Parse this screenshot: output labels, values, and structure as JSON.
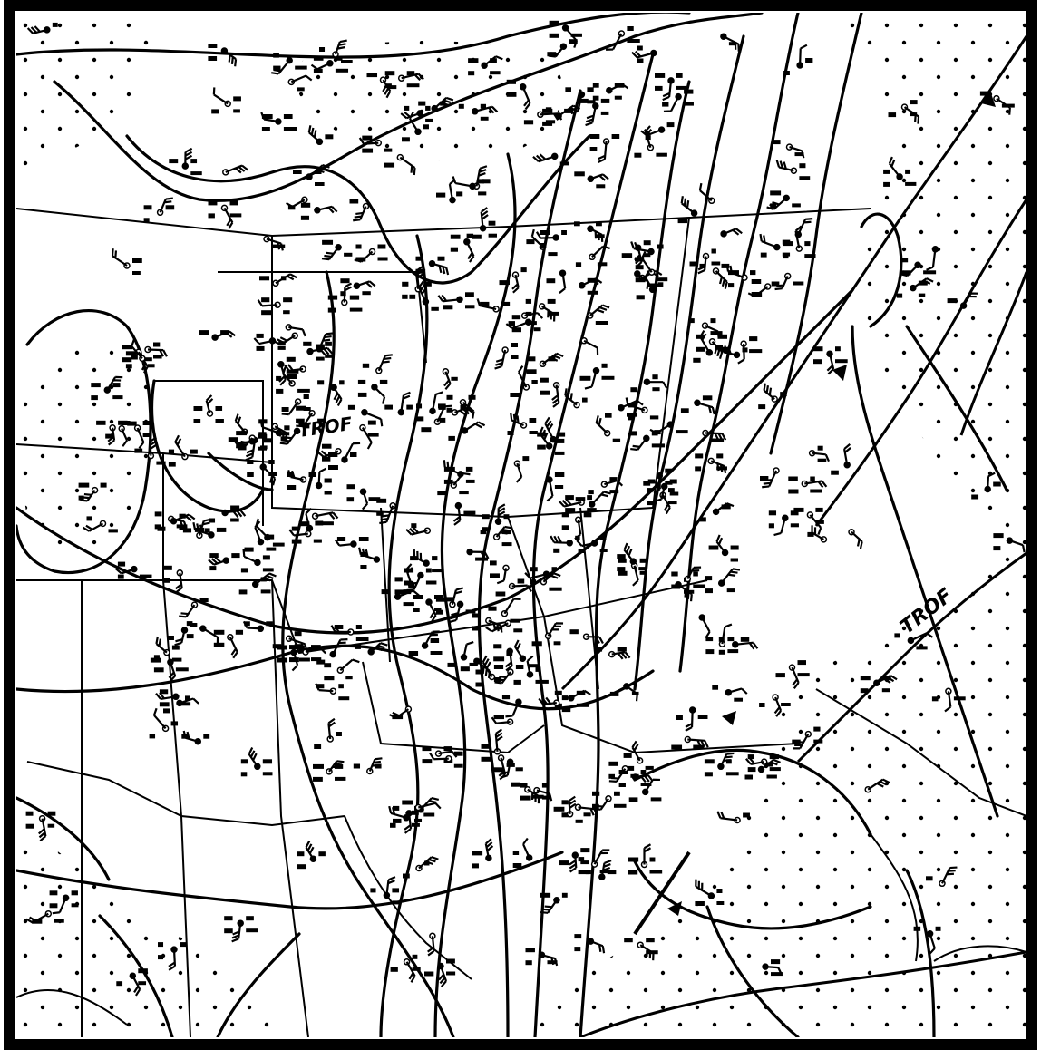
{
  "map": {
    "type": "surface-weather-analysis",
    "ink_color": "#000000",
    "paper_color": "#ffffff",
    "shading": "dotted",
    "labels": [
      {
        "text": "TROF"
      },
      {
        "text": "TROF"
      }
    ]
  }
}
